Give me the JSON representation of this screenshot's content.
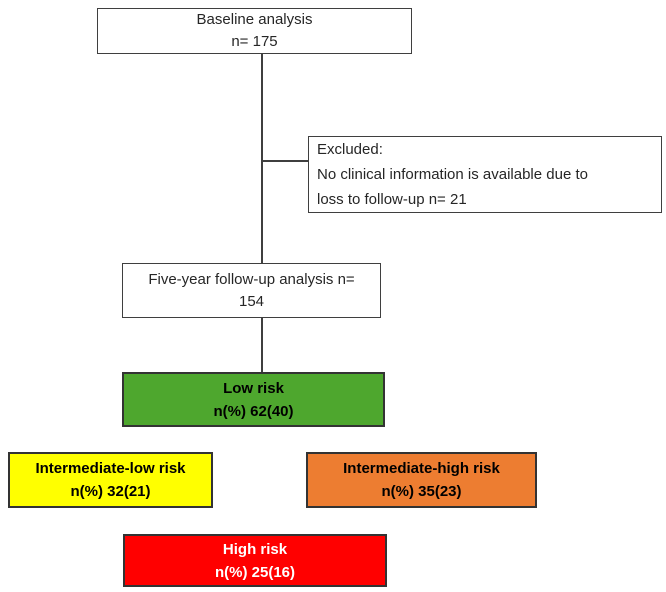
{
  "figure": {
    "background_color": "#ffffff",
    "line_color": "#3f3f3f"
  },
  "flowchart": {
    "baseline": {
      "line1": "Baseline analysis",
      "line2": "n= 175"
    },
    "excluded": {
      "line1": "Excluded:",
      "line2": "No clinical information is available due to",
      "line3": "loss to follow-up n= 21"
    },
    "followup": {
      "line1": "Five-year follow-up analysis n=",
      "line2": "154"
    },
    "risk_groups": [
      {
        "label": "Low risk",
        "value": "n(%) 62(40)",
        "fill": "#4ea72e",
        "text_color": "#000000"
      },
      {
        "label": "Intermediate-low risk",
        "value": "n(%) 32(21)",
        "fill": "#ffff00",
        "text_color": "#000000"
      },
      {
        "label": "Intermediate-high risk",
        "value": "n(%) 35(23)",
        "fill": "#ed7d31",
        "text_color": "#000000"
      },
      {
        "label": "High risk",
        "value": "n(%) 25(16)",
        "fill": "#ff0000",
        "text_color": "#ffffff"
      }
    ]
  }
}
